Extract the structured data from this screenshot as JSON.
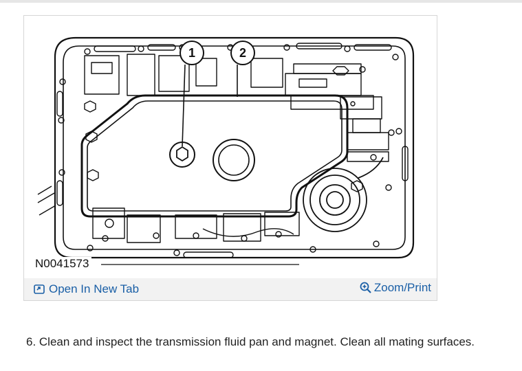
{
  "figure": {
    "id_label": "N0041573",
    "callouts": [
      "1",
      "2"
    ]
  },
  "links": {
    "open_tab": "Open In New Tab",
    "zoom_print": "Zoom/Print"
  },
  "step": {
    "text": "6. Clean and inspect the transmission fluid pan and magnet. Clean all mating surfaces."
  },
  "colors": {
    "link": "#1a5fa6",
    "footer_bg": "#f2f2f2"
  }
}
